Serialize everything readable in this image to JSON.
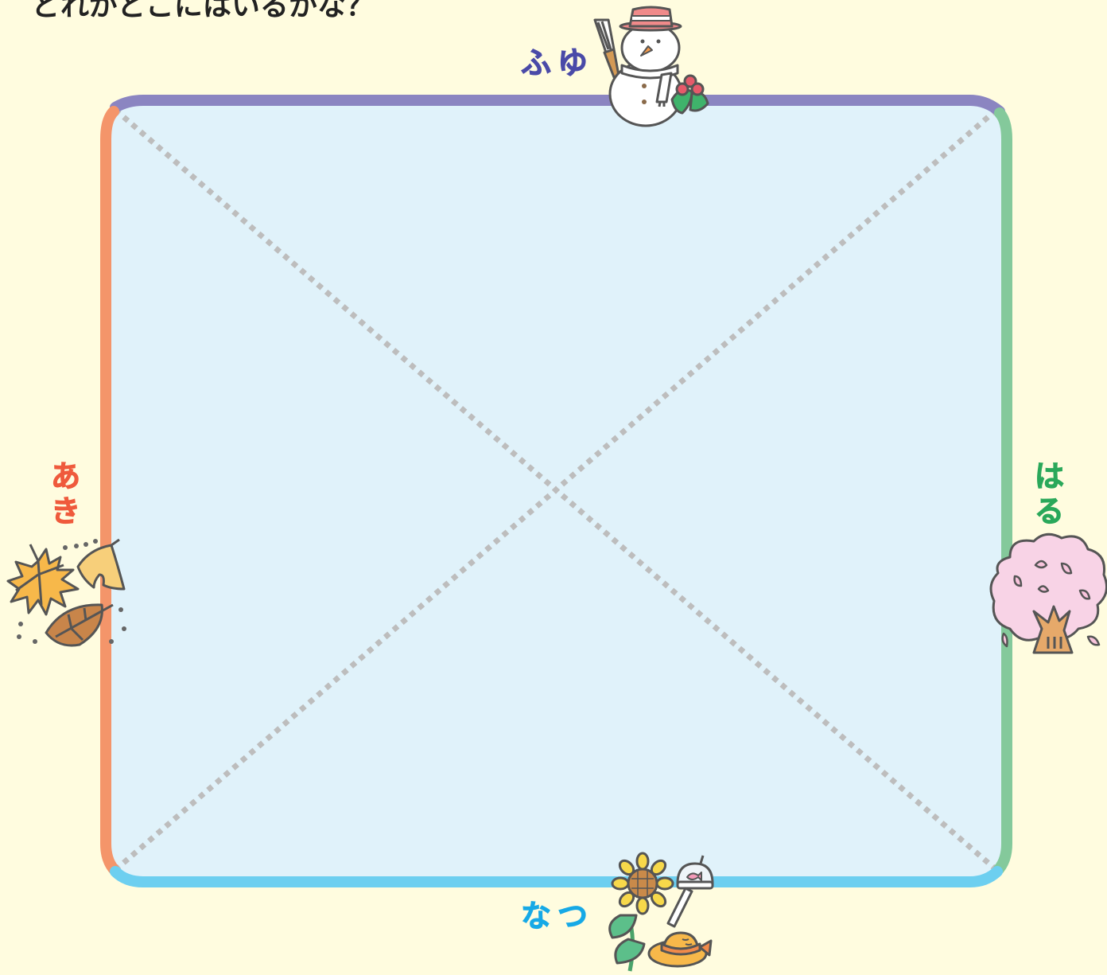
{
  "header": {
    "text": "どれがどこにはいるかな？"
  },
  "seasons": {
    "winter": {
      "label": "ふゆ",
      "color": "#8b85c1",
      "text_color": "#4a4aa8",
      "icon": "snowman-icon"
    },
    "spring": {
      "label": "はる",
      "color": "#84c99b",
      "text_color": "#2aa85a",
      "icon": "cherry-tree-icon"
    },
    "summer": {
      "label": "なつ",
      "color": "#6dcff0",
      "text_color": "#17a9e6",
      "icon": "sunflower-icon"
    },
    "autumn": {
      "label": "あき",
      "color": "#f4956a",
      "text_color": "#ef5a3c",
      "icon": "autumn-leaves-icon"
    }
  },
  "board": {
    "fill": "#e0f2fa",
    "diagonal_color": "#bdbdbd"
  },
  "background": "#fffcdf"
}
